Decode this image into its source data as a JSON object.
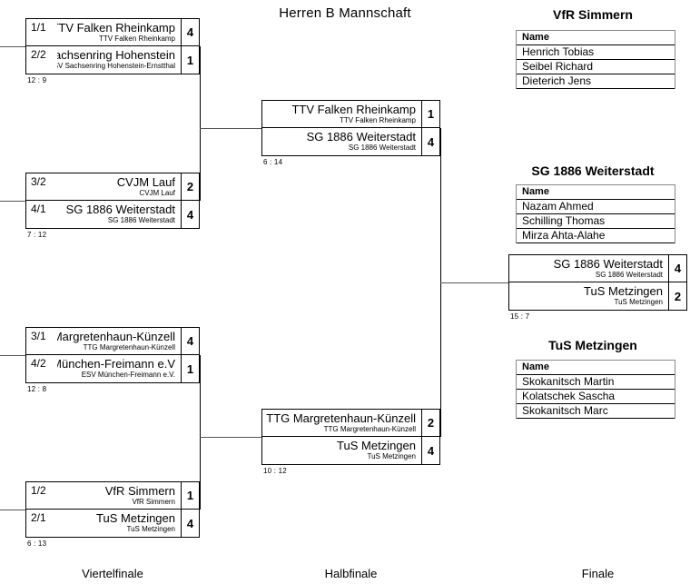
{
  "title": "Herren B  Mannschaft",
  "rounds": [
    {
      "label": "Viertelfinale"
    },
    {
      "label": "Halbfinale"
    },
    {
      "label": "Finale"
    }
  ],
  "quarterfinals": [
    {
      "result": "12 : 9",
      "top": {
        "seed": "1/1",
        "team": "TTV Falken Rheinkamp",
        "club": "TTV Falken Rheinkamp",
        "score": "4"
      },
      "bottom": {
        "seed": "2/2",
        "team": "SV Sachsenring Hohenstein",
        "club": "SV Sachsenring Hohenstein-Ernstthal",
        "score": "1"
      }
    },
    {
      "result": "7 : 12",
      "top": {
        "seed": "3/2",
        "team": "CVJM Lauf",
        "club": "CVJM Lauf",
        "score": "2"
      },
      "bottom": {
        "seed": "4/1",
        "team": "SG 1886 Weiterstadt",
        "club": "SG 1886 Weiterstadt",
        "score": "4"
      }
    },
    {
      "result": "12 : 8",
      "top": {
        "seed": "3/1",
        "team": "TTG Margretenhaun-Künzell",
        "club": "TTG Margretenhaun-Künzell",
        "score": "4"
      },
      "bottom": {
        "seed": "4/2",
        "team": "ESV München-Freimann e.V",
        "club": "ESV München-Freimann e.V.",
        "score": "1"
      }
    },
    {
      "result": "6 : 13",
      "top": {
        "seed": "1/2",
        "team": "VfR Simmern",
        "club": "VfR Simmern",
        "score": "1"
      },
      "bottom": {
        "seed": "2/1",
        "team": "TuS Metzingen",
        "club": "TuS Metzingen",
        "score": "4"
      }
    }
  ],
  "semifinals": [
    {
      "result": "6 : 14",
      "top": {
        "seed": "",
        "team": "TTV Falken Rheinkamp",
        "club": "TTV Falken Rheinkamp",
        "score": "1"
      },
      "bottom": {
        "seed": "",
        "team": "SG 1886 Weiterstadt",
        "club": "SG 1886 Weiterstadt",
        "score": "4"
      }
    },
    {
      "result": "10 : 12",
      "top": {
        "seed": "",
        "team": "TTG Margretenhaun-Künzell",
        "club": "TTG Margretenhaun-Künzell",
        "score": "2"
      },
      "bottom": {
        "seed": "",
        "team": "TuS Metzingen",
        "club": "TuS Metzingen",
        "score": "4"
      }
    }
  ],
  "final": {
    "result": "15 : 7",
    "top": {
      "seed": "",
      "team": "SG 1886 Weiterstadt",
      "club": "SG 1886 Weiterstadt",
      "score": "4"
    },
    "bottom": {
      "seed": "",
      "team": "TuS Metzingen",
      "club": "TuS Metzingen",
      "score": "2"
    }
  },
  "rosters": [
    {
      "title": "VfR Simmern",
      "header": "Name",
      "players": [
        "Henrich Tobias",
        "Seibel Richard",
        "Dieterich Jens"
      ]
    },
    {
      "title": "SG 1886 Weiterstadt",
      "header": "Name",
      "players": [
        "Nazam Ahmed",
        "Schilling Thomas",
        "Mirza Ahta-Alahe"
      ]
    },
    {
      "title": "TuS Metzingen",
      "header": "Name",
      "players": [
        "Skokanitsch Martin",
        "Kolatschek Sascha",
        "Skokanitsch Marc"
      ]
    }
  ]
}
